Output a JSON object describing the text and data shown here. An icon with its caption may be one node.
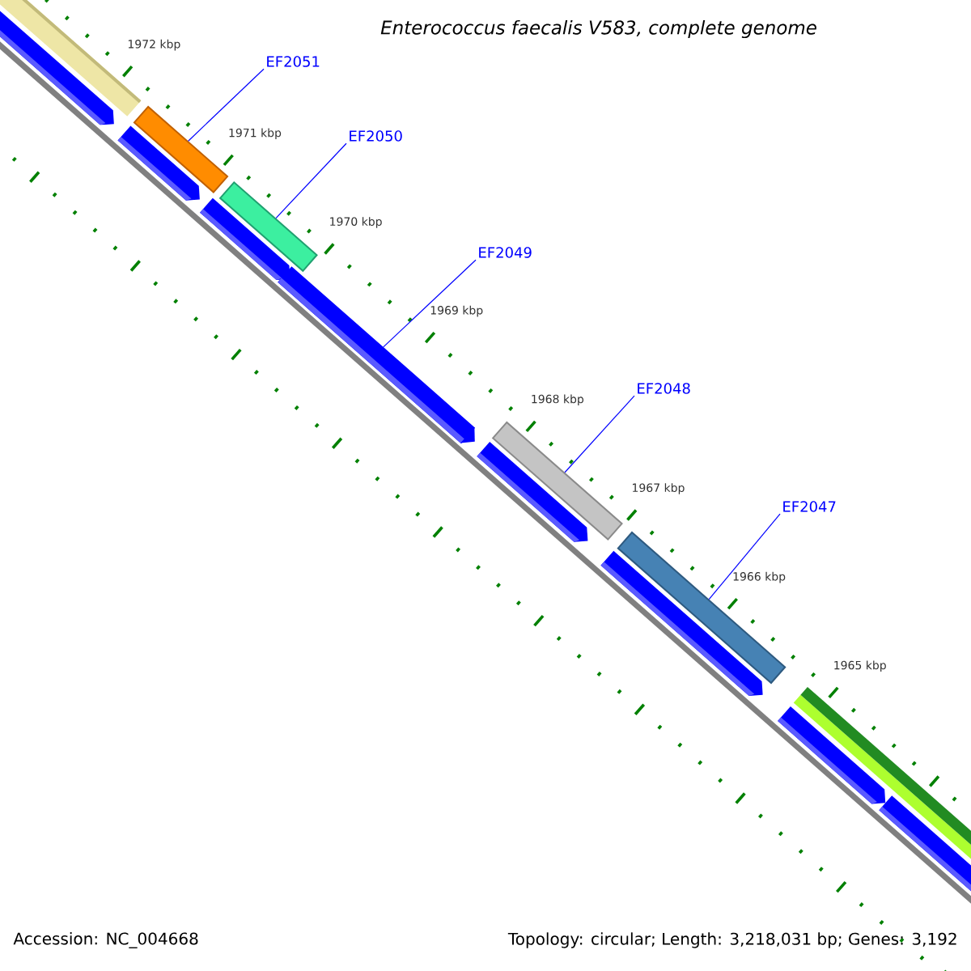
{
  "diagram": {
    "title": "Enterococcus faecalis V583, complete genome",
    "nodes": [
      {
        "text": [
          "EF2051"
        ]
      },
      {
        "text": [],
        "shape": "bar"
      },
      {
        "text": [
          "EF2050"
        ]
      },
      {
        "text": [],
        "shape": "bar"
      },
      {
        "text": [
          "EF2049"
        ]
      },
      {
        "text": [],
        "shape": "bar"
      },
      {
        "text": [
          "EF2048"
        ]
      },
      {
        "text": [],
        "shape": "bar"
      },
      {
        "text": [
          "EF2047"
        ]
      },
      {
        "text": [],
        "shape": "bar"
      }
    ],
    "edges": [
      {
        "from": 0,
        "to": 1,
        "arrow": "none"
      },
      {
        "from": 2,
        "to": 3,
        "arrow": "none"
      },
      {
        "from": 4,
        "to": 5,
        "arrow": "none"
      },
      {
        "from": 6,
        "to": 7,
        "arrow": "none"
      },
      {
        "from": 8,
        "to": 9,
        "arrow": "none"
      }
    ],
    "labels": [
      "1972 kbp",
      "1971 kbp",
      "1970 kbp",
      "1969 kbp",
      "1968 kbp",
      "1967 kbp",
      "1966 kbp",
      "1965 kbp",
      "Accession: NC_004668",
      "Topology: circular; Length: 3,218,031 bp; Genes: 3,192"
    ]
  }
}
